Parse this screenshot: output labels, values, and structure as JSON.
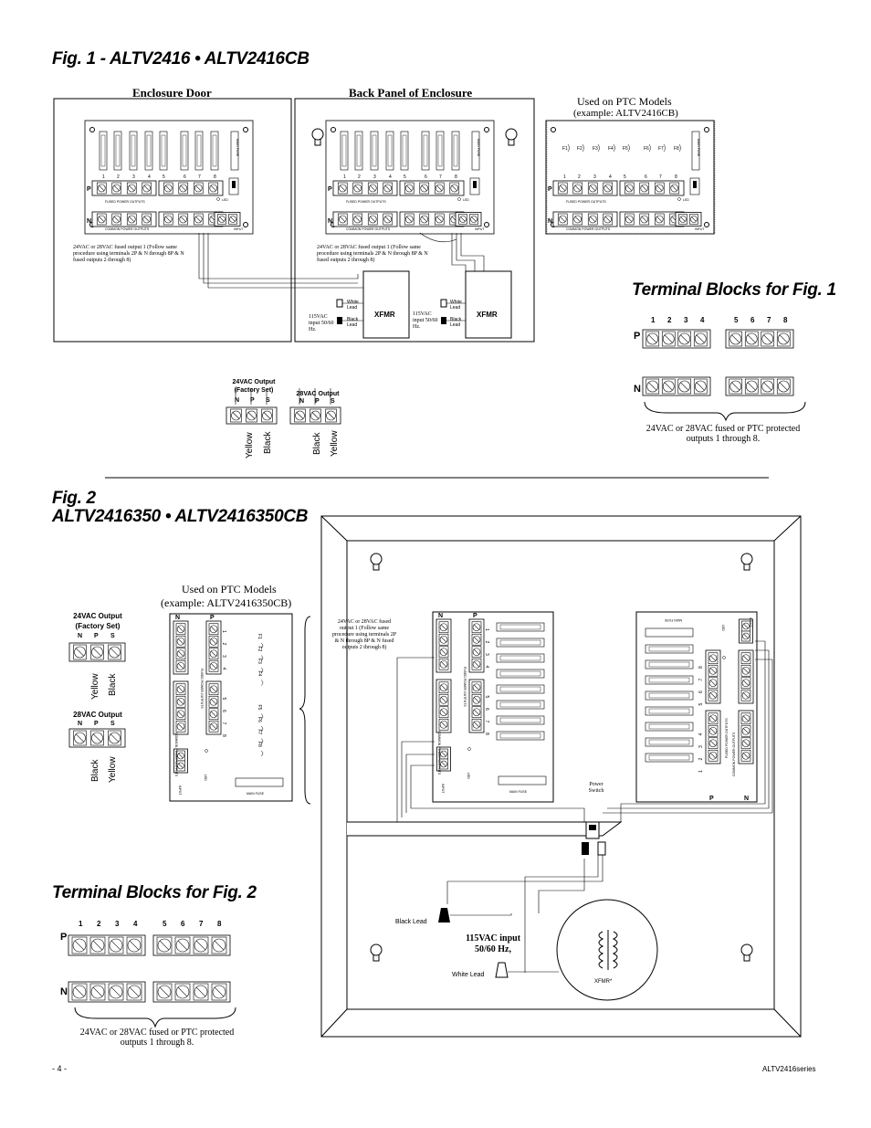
{
  "fig1": {
    "title": "Fig. 1  - ALTV2416 • ALTV2416CB",
    "enclosure_door": "Enclosure Door",
    "back_panel": "Back Panel of Enclosure",
    "ptc_title": "Used on PTC Models",
    "ptc_example": "(example: ALTV2416CB)",
    "note_left": "24VAC or 28VAC fused output 1 (Follow same procedure using terminals 2P & N through 8P & N fused outputs 2 through 8)",
    "note_right": "24VAC or 28VAC fused output 1 (Follow same procedure using terminals 2P & N through 8P & N fused outputs 2 through 8)",
    "input_1": "115VAC input 50/60 Hz.",
    "input_2": "115VAC input 50/60 Hz.",
    "white_lead": "White Lead",
    "black_lead": "Black Lead",
    "xfmr": "XFMR",
    "out24_title": "24VAC Output",
    "out24_sub": "(Factory Set)",
    "out28_title": "28VAC Output",
    "terminal_letters": [
      "N",
      "P",
      "S"
    ],
    "yellow": "Yellow",
    "black": "Black",
    "terminal_blocks_title": "Terminal Blocks for Fig. 1",
    "tb_caption": "24VAC or 28VAC fused or PTC protected outputs 1 through 8."
  },
  "fig2": {
    "title_line1": "Fig. 2",
    "title_line2": "ALTV2416350 • ALTV2416350CB",
    "ptc_title": "Used on PTC Models",
    "ptc_example": "(example: ALTV2416350CB)",
    "out24_title": "24VAC Output",
    "out24_sub": "(Factory Set)",
    "out28_title": "28VAC Output",
    "yellow": "Yellow",
    "black": "Black",
    "note": "24VAC or 28VAC fused output 1 (Follow same procedure using terminals 2P & N through 8P & N fused outputs 2 through 8)",
    "power_switch": "Power Switch",
    "black_lead": "Black Lead",
    "white_lead": "White Lead",
    "input": "115VAC input 50/60 Hz,",
    "xfmr": "XFMR*",
    "terminal_blocks_title": "Terminal Blocks for Fig. 2",
    "tb_caption": "24VAC or 28VAC fused or PTC protected outputs 1 through 8."
  },
  "board": {
    "numbers": [
      "1",
      "2",
      "3",
      "4",
      "5",
      "6",
      "7",
      "8"
    ],
    "fuse_labels": [
      "F1",
      "F2",
      "F3",
      "F4",
      "F5",
      "F6",
      "F7",
      "F8"
    ],
    "row_p": "P",
    "row_n": "N",
    "fused_outputs": "FUSED  POWER  OUTPUTS",
    "common_outputs": "COMMON  POWER  OUTPUTS",
    "main_fuse": "MAIN FUSE",
    "led": "LED",
    "input": "INPUT"
  },
  "footer": {
    "page": "- 4 -",
    "series": "ALTV2416series"
  }
}
